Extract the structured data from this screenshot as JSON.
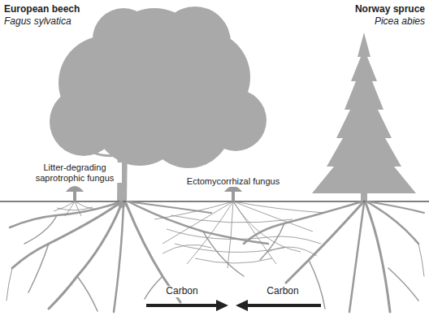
{
  "diagram": {
    "labels": [
      "European beech",
      "Fagus sylvatica",
      "Norway spruce",
      "Picea abies",
      "Litter-degrading saprotrophic fungus",
      "Ectomycorrhizal fungus",
      "Carbon",
      "Carbon"
    ]
  }
}
